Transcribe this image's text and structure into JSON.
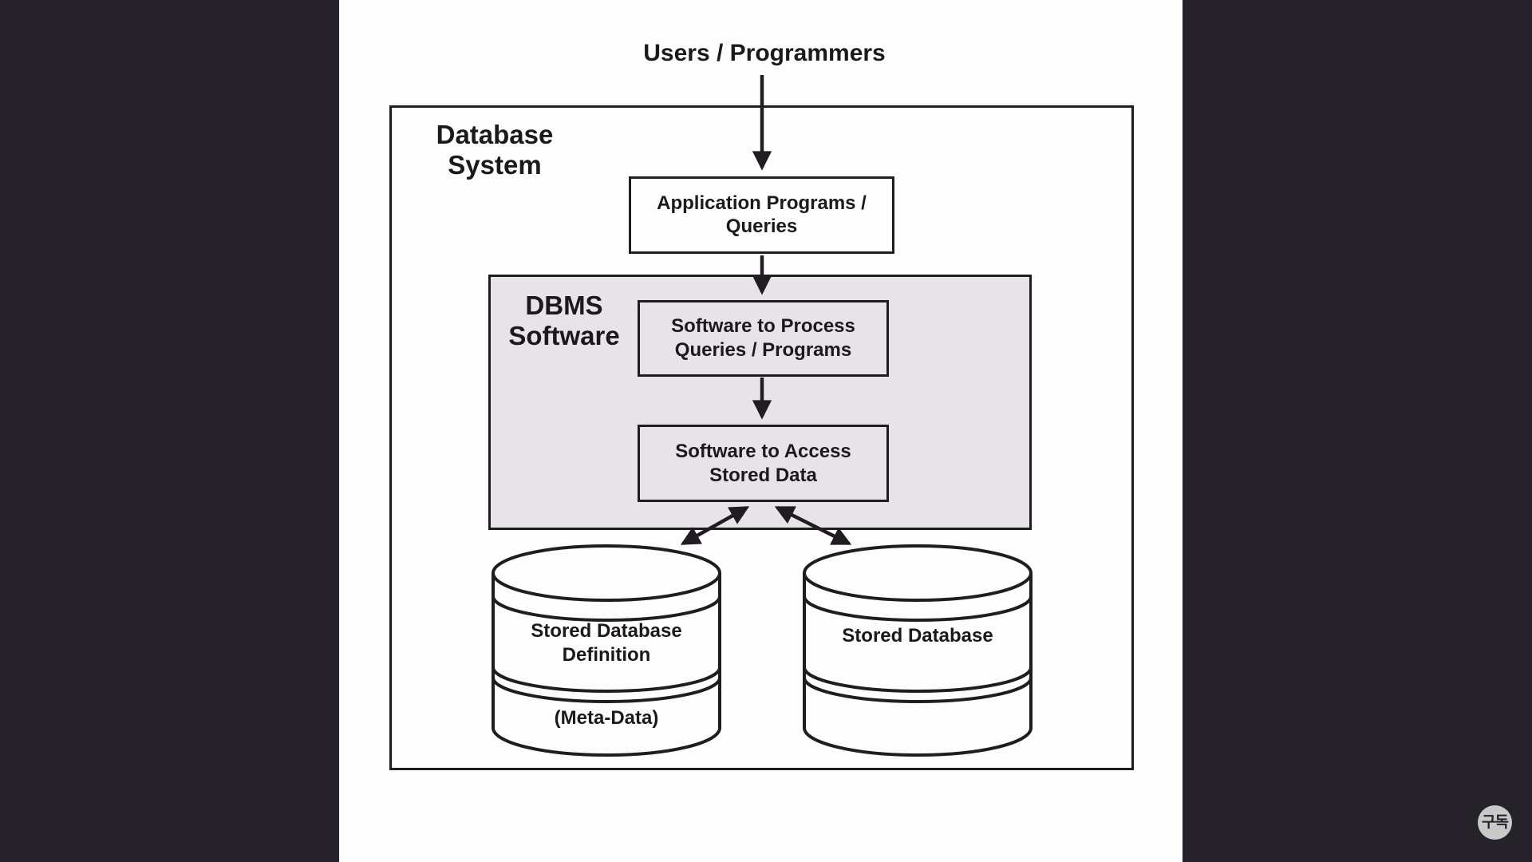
{
  "frame": {
    "badge": {
      "label": "구독"
    },
    "colors": {
      "letterbox": "#262229",
      "canvas": "#fdfdfd",
      "line": "#201c21",
      "dbms_fill": "#e7e4e8",
      "badge_fill": "#c9c9c9"
    }
  },
  "diagram": {
    "title": "Users / Programmers",
    "outer_box_label": "Database\nSystem",
    "application_box_label": "Application Programs /\nQueries",
    "dbms": {
      "label": "DBMS\nSoftware",
      "process_box_label": "Software to Process\nQueries / Programs",
      "access_box_label": "Software to Access\nStored Data"
    },
    "cylinders": [
      {
        "label": "Stored Database\nDefinition",
        "sublabel": "(Meta-Data)"
      },
      {
        "label": "Stored Database"
      }
    ]
  }
}
